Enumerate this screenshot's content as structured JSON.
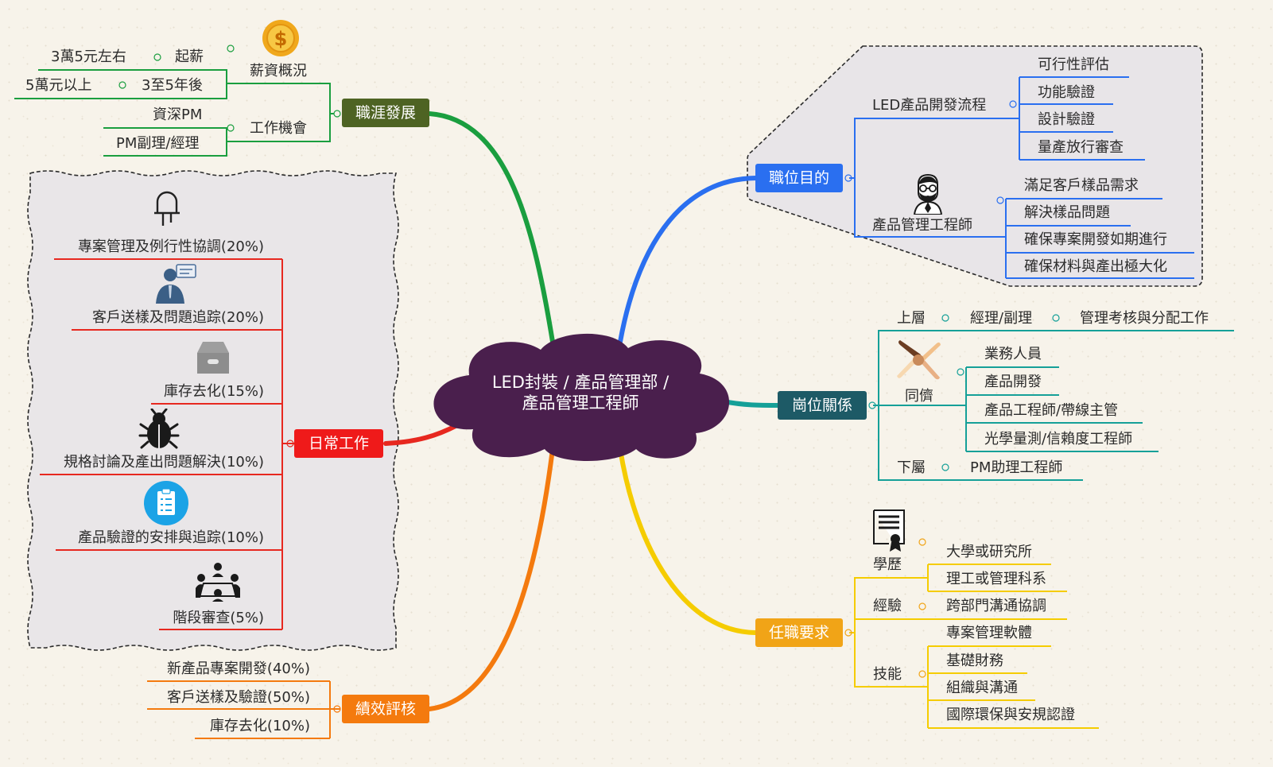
{
  "center": {
    "line1": "LED封裝 / 產品管理部 /",
    "line2": "產品管理工程師",
    "color": "#4a1f4d"
  },
  "colors": {
    "green": "#1a9e3f",
    "darkolive": "#4e6323",
    "blue": "#2a6ff0",
    "teal": "#1d5a66",
    "tealLine": "#15a098",
    "yellow": "#f5cc00",
    "gold": "#f1a417",
    "orange": "#f47a0e",
    "red": "#e7281f",
    "redBox": "#ef1a1a"
  },
  "career": {
    "label": "職涯發展",
    "salary": "薪資概況",
    "start": "起薪",
    "start_value": "3萬5元左右",
    "after": "3至5年後",
    "after_value": "5萬元以上",
    "jobs": "工作機會",
    "job1": "資深PM",
    "job2": "PM副理/經理"
  },
  "daily": {
    "label": "日常工作",
    "items": [
      "專案管理及例行性協調(20%)",
      "客戶送樣及問題追踪(20%)",
      "庫存去化(15%)",
      "規格討論及產出問題解決(10%)",
      "產品驗證的安排與追踪(10%)",
      "階段審查(5%)"
    ]
  },
  "performance": {
    "label": "績效評核",
    "items": [
      "新產品專案開發(40%)",
      "客戶送樣及驗證(50%)",
      "庫存去化(10%)"
    ]
  },
  "purpose": {
    "label": "職位目的",
    "flow": "LED產品開發流程",
    "flow_items": [
      "可行性評估",
      "功能驗證",
      "設計驗證",
      "量產放行審查"
    ],
    "engineer": "產品管理工程師",
    "engineer_items": [
      "滿足客戶樣品需求",
      "解決樣品問題",
      "確保專案開發如期進行",
      "確保材料與產出極大化"
    ]
  },
  "relation": {
    "label": "崗位關係",
    "upper": "上層",
    "upper_role": "經理/副理",
    "upper_task": "管理考核與分配工作",
    "peer": "同儕",
    "peer_items": [
      "業務人員",
      "產品開發",
      "產品工程師/帶線主管",
      "光學量測/信賴度工程師"
    ],
    "lower": "下屬",
    "lower_role": "PM助理工程師"
  },
  "requirement": {
    "label": "任職要求",
    "edu": "學歷",
    "edu_items": [
      "大學或研究所",
      "理工或管理科系"
    ],
    "exp": "經驗",
    "exp_item": "跨部門溝通協調",
    "skill": "技能",
    "skill_items": [
      "專案管理軟體",
      "基礎財務",
      "組織與溝通",
      "國際環保與安規認證"
    ]
  }
}
